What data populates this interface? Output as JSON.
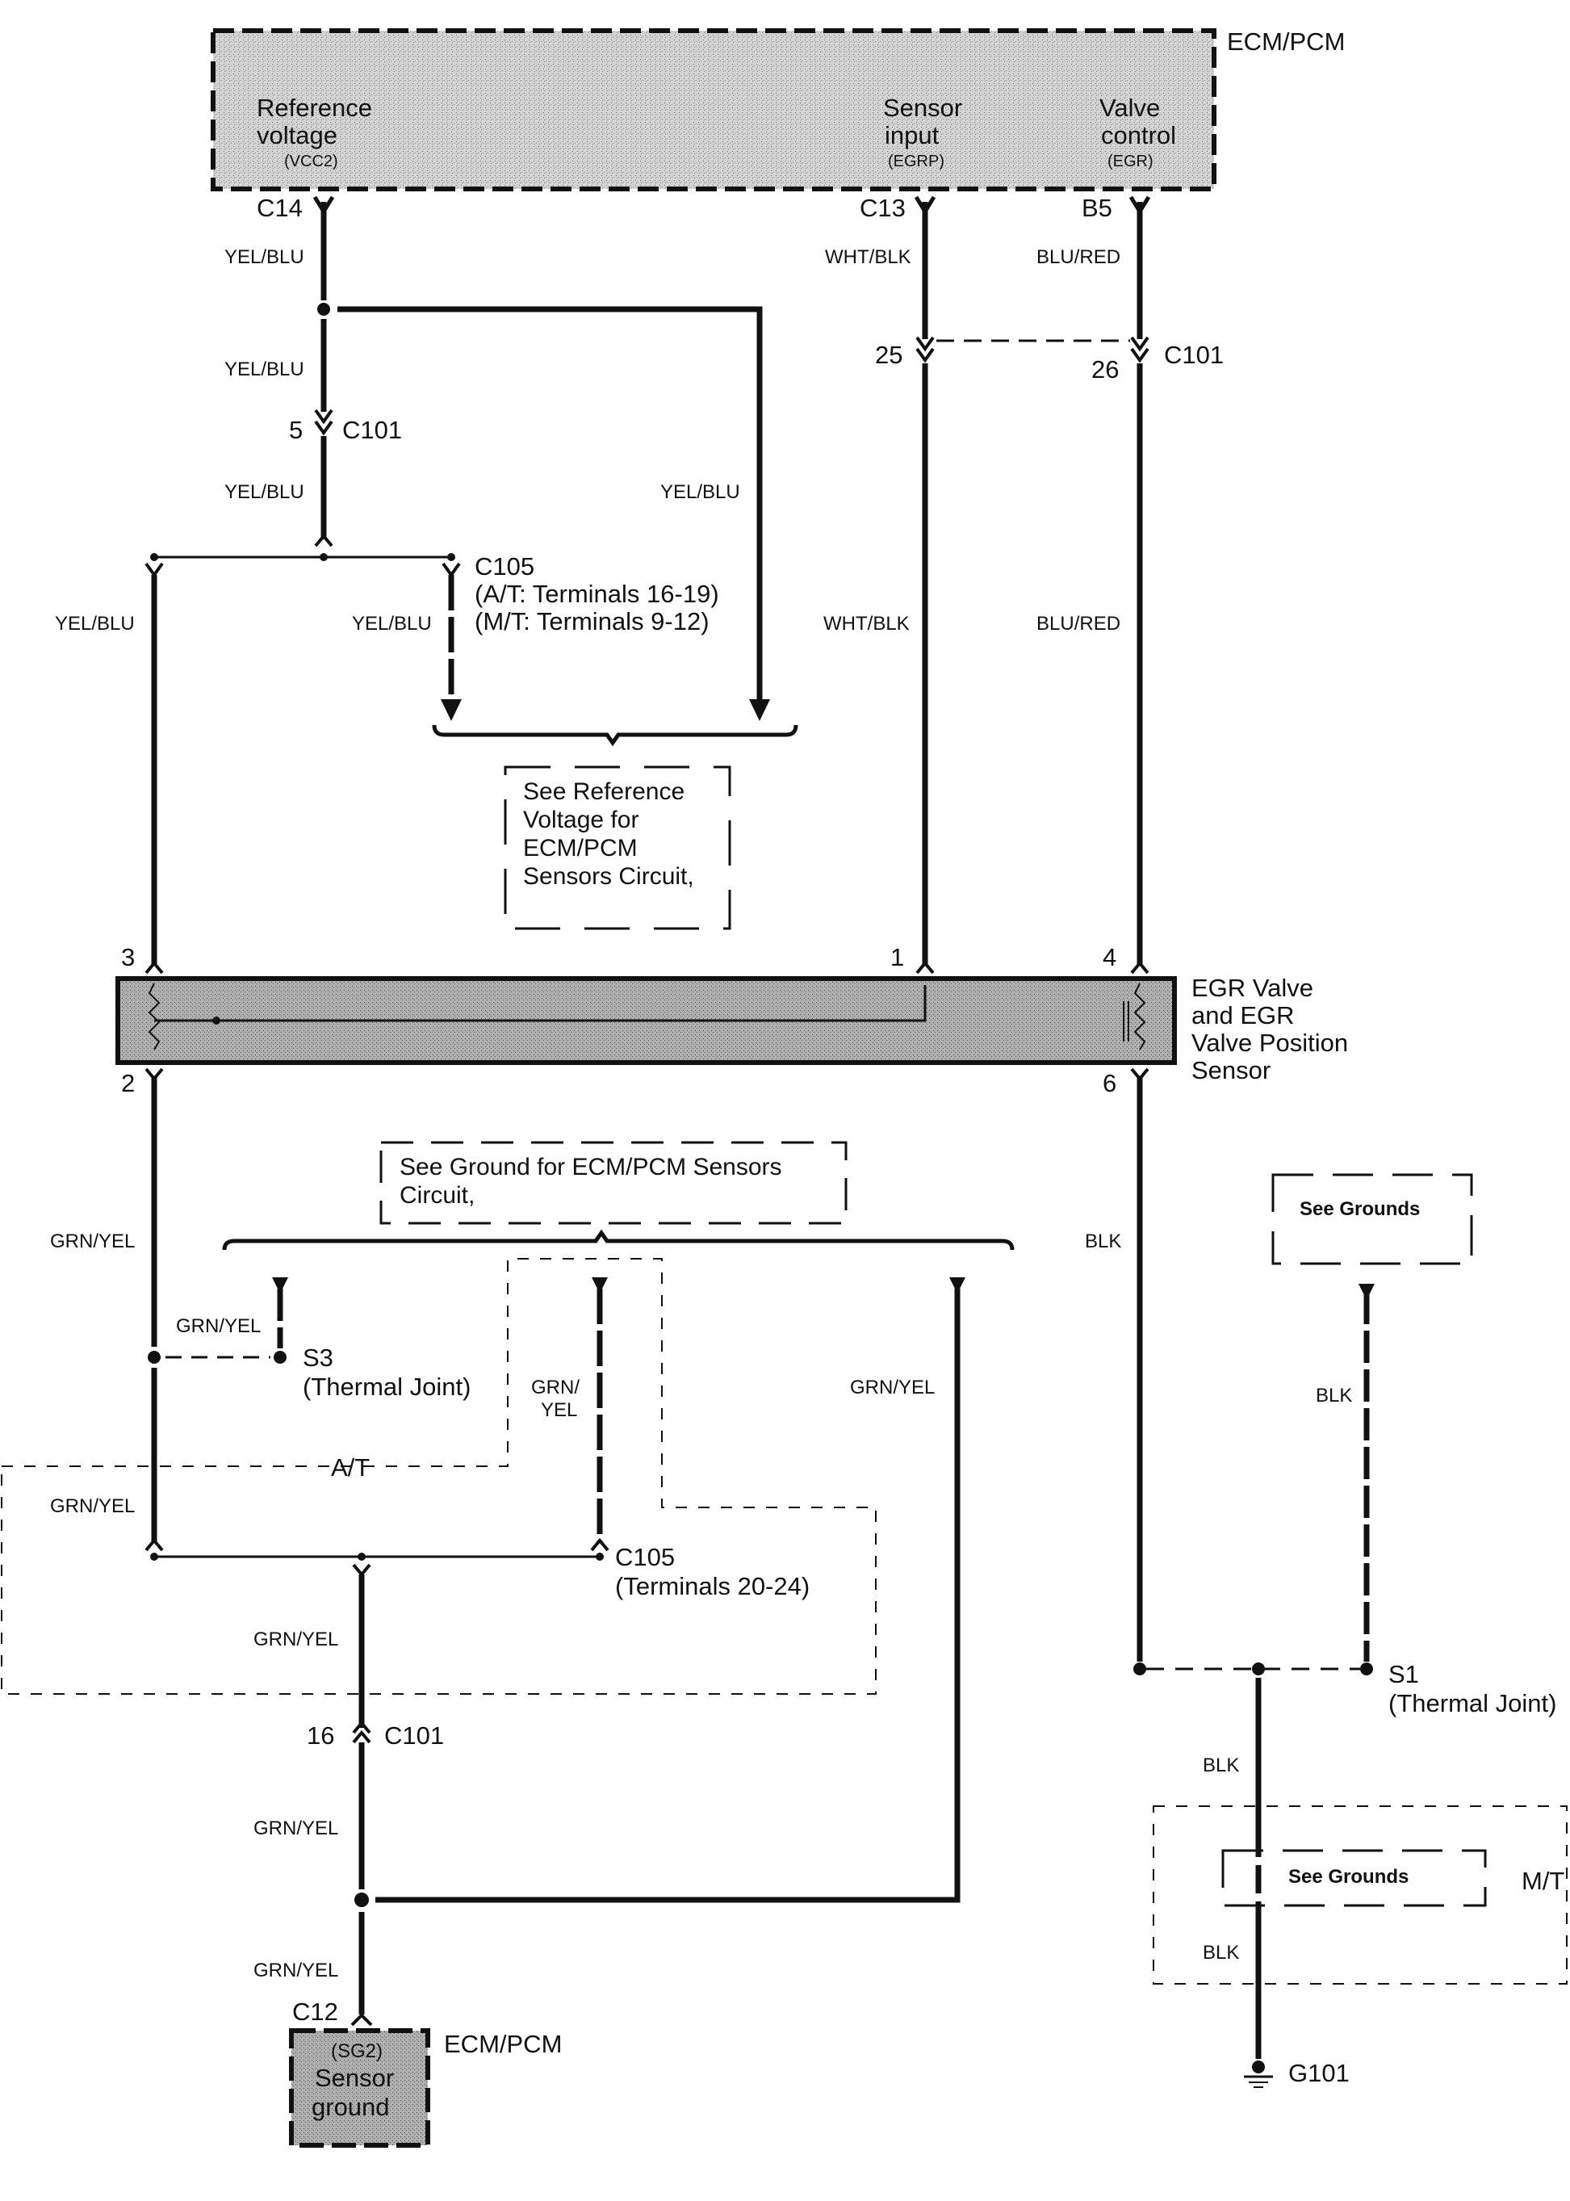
{
  "ecm_top": {
    "title": "ECM/PCM",
    "pins": [
      {
        "name_line1": "Reference",
        "name_line2": "voltage",
        "signal": "(VCC2)",
        "pin": "C14",
        "wire": "YEL/BLU"
      },
      {
        "name_line1": "Sensor",
        "name_line2": "input",
        "signal": "(EGRP)",
        "pin": "C13",
        "wire": "WHT/BLK"
      },
      {
        "name_line1": "Valve",
        "name_line2": "control",
        "signal": "(EGR)",
        "pin": "B5",
        "wire": "BLU/RED"
      }
    ]
  },
  "reference_branch": {
    "wire_labels": [
      "YEL/BLU",
      "YEL/BLU",
      "YEL/BLU",
      "YEL/BLU",
      "YEL/BLU"
    ],
    "c101_pin": "5",
    "c101_label": "C101",
    "c105_label": "C105",
    "c105_at": "(A/T: Terminals 16-19)",
    "c105_mt": "(M/T: Terminals 9-12)",
    "note_lines": [
      "See Reference",
      "Voltage for",
      "ECM/PCM",
      "Sensors Circuit,"
    ]
  },
  "c101_signal": {
    "pin_left": "25",
    "pin_right": "26",
    "label": "C101",
    "wire_left": "WHT/BLK",
    "wire_right": "BLU/RED"
  },
  "egr_component": {
    "name_lines": [
      "EGR Valve",
      "and EGR",
      "Valve Position",
      "Sensor"
    ],
    "pins_top": [
      "3",
      "1",
      "4"
    ],
    "pins_bottom": [
      "2",
      "6"
    ]
  },
  "ground_branch": {
    "note_lines": [
      "See Ground for ECM/PCM Sensors",
      "Circuit,"
    ],
    "wire_left": "GRN/YEL",
    "wire_s3": "GRN/YEL",
    "s3_label": "S3",
    "s3_desc": "(Thermal Joint)",
    "wire_mid_line1": "GRN/",
    "wire_mid_line2": "YEL",
    "wire_right": "GRN/YEL",
    "at_label": "A/T",
    "wire_left_lower": "GRN/YEL",
    "c105_label": "C105",
    "c105_terminals": "(Terminals 20-24)",
    "wire_after_c105": "GRN/YEL",
    "c101_pin": "16",
    "c101_label": "C101",
    "wire_after_c101": "GRN/YEL",
    "wire_to_ecm": "GRN/YEL"
  },
  "ecm_bottom": {
    "pin": "C12",
    "signal": "(SG2)",
    "name_line1": "Sensor",
    "name_line2": "ground",
    "title": "ECM/PCM"
  },
  "blk_ground": {
    "wire_main": "BLK",
    "see_grounds_top": "See Grounds",
    "wire_dashed": "BLK",
    "s1_label": "S1",
    "s1_desc": "(Thermal Joint)",
    "wire_to_g101_upper": "BLK",
    "see_grounds_mt": "See Grounds",
    "mt_label": "M/T",
    "wire_to_g101_lower": "BLK",
    "g101_label": "G101"
  },
  "colors": {
    "ink": "#111111",
    "module_fill": "#c8c8c8"
  }
}
